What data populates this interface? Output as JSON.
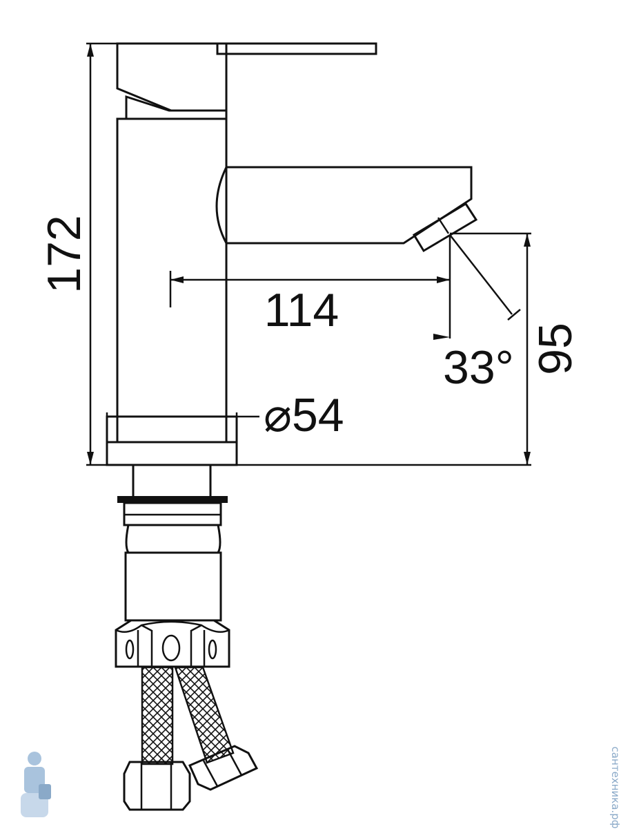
{
  "dimensions": {
    "total_height": "172",
    "spout_reach": "114",
    "spout_angle": "33°",
    "spout_height": "95",
    "base_diameter": "⌀54"
  },
  "watermark": {
    "text": "сантехника.рф"
  },
  "colors": {
    "line": "#111111",
    "background": "#ffffff",
    "watermark": "#8aa9c8"
  }
}
